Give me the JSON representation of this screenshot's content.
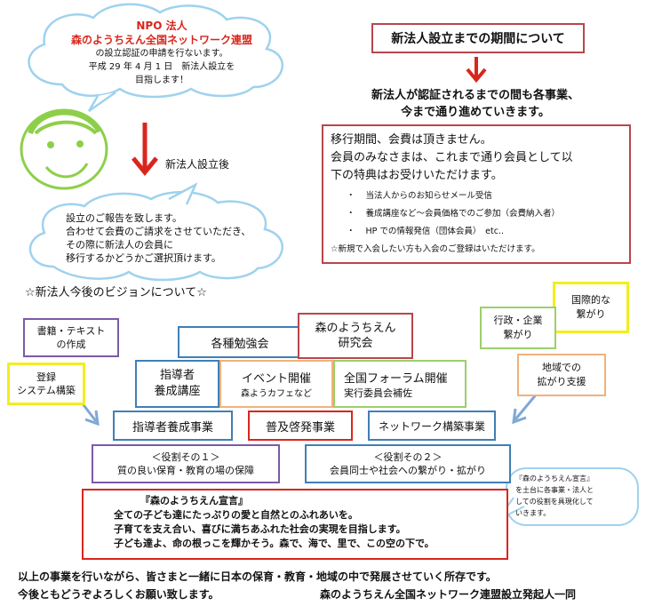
{
  "cloud_top": {
    "line1": "NPO 法人",
    "line2": "森のようちえん全国ネットワーク連盟",
    "line3": "の設立認証の申請を行ないます。",
    "line4": "平成 29 年 4 月 1 日　新法人設立を",
    "line5": "目指します！"
  },
  "arrow_label": "新法人設立後",
  "cloud_bottom": {
    "line1": "設立のご報告を致します。",
    "line2": "合わせて会費のご請求をさせていただき、",
    "line3": "その際に新法人の会員に",
    "line4": "移行するかどうかご選択頂けます。"
  },
  "period": {
    "title": "新法人設立までの期間について",
    "sub1": "新法人が認証されるまでの間も各事業、",
    "sub2": "今まで通り進めていきます。",
    "body1": "移行期間、会費は頂きません。",
    "body2": "会員のみなさまは、これまで通り会員として以",
    "body3": "下の特典はお受けいただけます。",
    "bullets": [
      "当法人からのお知らせメール受信",
      "養成講座など～会員価格でのご参加（会費納入者）",
      "HP での情報発信（団体会員）　etc.."
    ],
    "bullet_mark": "・",
    "note": "☆新規で入会したい方も入会のご登録はいただけます。"
  },
  "vision_title": "☆新法人今後のビジョンについて☆",
  "pyramid": {
    "research": "森のようちえん\n研究会",
    "study": "各種勉強会",
    "leader_course": "指導者\n養成講座",
    "event_title": "イベント開催",
    "event_sub": "森ようカフェなど",
    "forum_title": "全国フォーラム開催",
    "forum_sub": "実行委員会補佐",
    "leader_biz": "指導者養成事業",
    "spread_biz": "普及啓発事業",
    "network_biz": "ネットワーク構築事業",
    "role1_title": "＜役割その１＞",
    "role1_text": "質の良い保育・教育の場の保障",
    "role2_title": "＜役割その２＞",
    "role2_text": "会員同士や社会への繋がり・拡がり"
  },
  "side_boxes": {
    "books": "書籍・テキスト\nの作成",
    "register": "登録\nシステム構築",
    "intl": "国際的な\n繋がり",
    "gov": "行政・企業\n繋がり",
    "local": "地域での\n拡がり支援"
  },
  "declaration_note": "『森のようちえん宣言』\nを土台に各事業・法人と\nしての役割を具現化して\nいきます。",
  "declaration": {
    "title": "『森のようちえん宣言』",
    "line1": "全ての子ども達にたっぷりの愛と自然とのふれあいを。",
    "line2": "子育てを支え合い、喜びに満ちあふれた社会の実現を目指します。",
    "line3": "子ども達よ、命の根っこを輝かそう。森で、海で、里で、この空の下で。"
  },
  "closing": {
    "line1": "以上の事業を行いながら、皆さまと一緒に日本の保育・教育・地域の中で発展させていく所存です。",
    "line2a": "今後ともどうぞよろしくお願い致します。",
    "line2b": "森のようちえん全国ネットワーク連盟設立発起人一同"
  },
  "colors": {
    "red": "#d9261c",
    "blue": "#3f7fb7",
    "purple": "#7b5aa6",
    "yellow": "#f2ee1e",
    "green": "#9ccf6b",
    "orange": "#f0b27a",
    "dark_red": "#b8464e",
    "cloud_blue": "#9fd2ee",
    "face_green": "#8ecf4a"
  }
}
